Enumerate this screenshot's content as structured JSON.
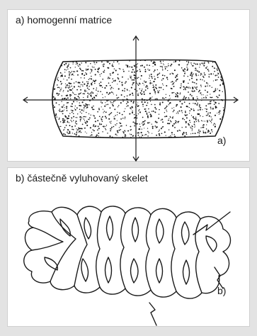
{
  "panel_a": {
    "title": "a) homogenní matrice",
    "label": "a)"
  },
  "panel_b": {
    "title": "b) částečně vyluhovaný skelet",
    "label": "b)"
  },
  "colors": {
    "ink": "#1a1a1a",
    "panel_background": "#ffffff",
    "page_background": "#e3e3e3"
  }
}
